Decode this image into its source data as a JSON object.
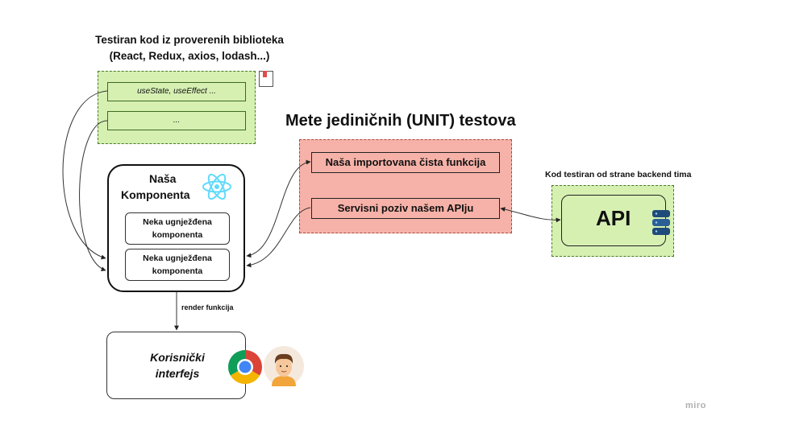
{
  "libraries": {
    "title_line1": "Testiran kod iz proverenih biblioteka",
    "title_line2": "(React, Redux, axios, lodash...)",
    "items": [
      "useState, useEffect ...",
      "..."
    ]
  },
  "component": {
    "title_line1": "Naša",
    "title_line2": "Komponenta",
    "nested": [
      {
        "line1": "Neka ugnježđena",
        "line2": "komponenta"
      },
      {
        "line1": "Neka ugnježđena",
        "line2": "komponenta"
      }
    ]
  },
  "render_label": "render funkcija",
  "ui": {
    "title_line1": "Korisnički",
    "title_line2": "interfejs"
  },
  "unit_tests": {
    "title": "Mete jediničnih (UNIT) testova",
    "items": [
      "Naša importovana čista funkcija",
      "Servisni poziv našem APIju"
    ]
  },
  "api": {
    "label": "Kod testiran od strane backend tima",
    "title": "API"
  },
  "watermark": "miro",
  "icons": [
    "react-logo-icon",
    "chrome-icon",
    "user-avatar-icon",
    "database-icon",
    "bookmark-doc-icon"
  ],
  "colors": {
    "green_fill": "#d6f0b2",
    "red_fill": "#f6b2a8",
    "react_blue": "#61dafb"
  }
}
